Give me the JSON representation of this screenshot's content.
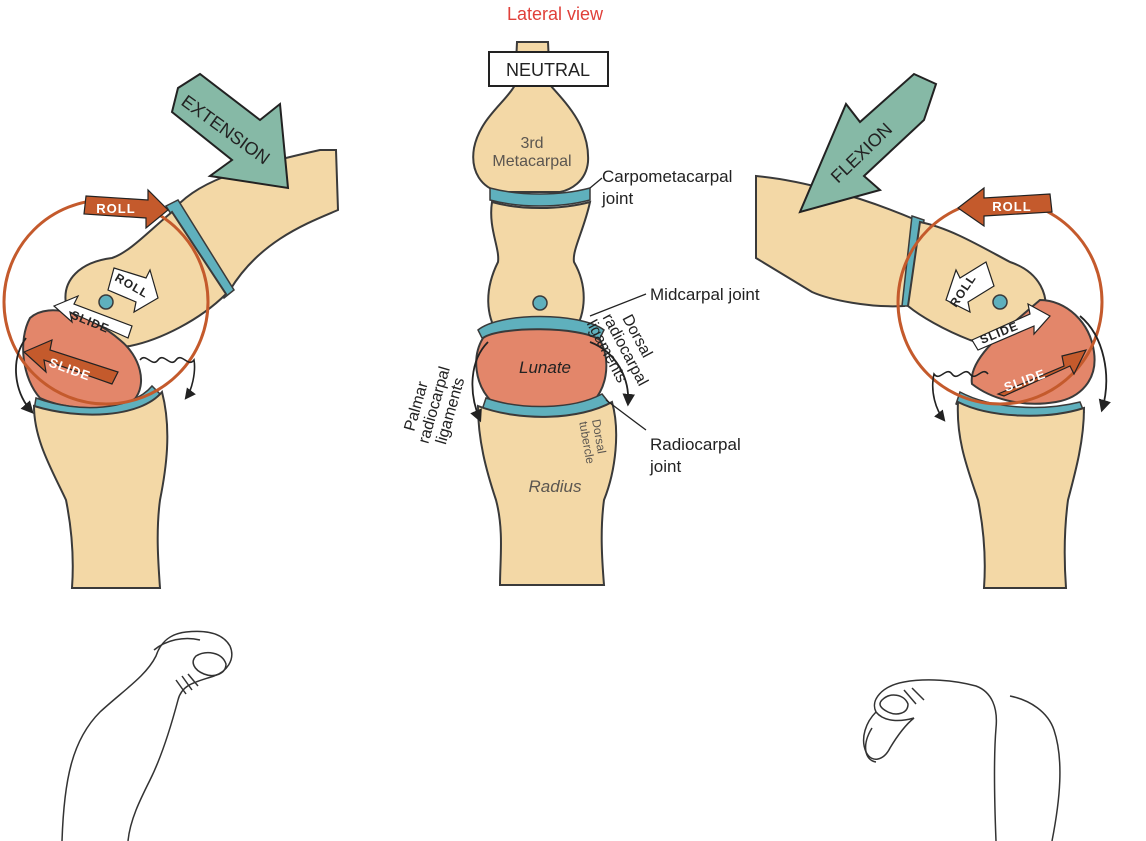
{
  "colors": {
    "bone": "#f3d8a6",
    "bone_stroke": "#3a3a3a",
    "cartilage": "#5fb0bd",
    "lunate": "#e3866a",
    "roll_ring": "#c45a2c",
    "big_arrow": "#86b9a6",
    "title_red": "#e0403a"
  },
  "title": "Lateral view",
  "neutral": {
    "tag": "NEUTRAL",
    "metacarpal_l1": "3rd",
    "metacarpal_l2": "Metacarpal",
    "cmc_l1": "Carpometacarpal",
    "cmc_l2": "joint",
    "midcarpal": "Midcarpal joint",
    "dorsal_l1": "Dorsal",
    "dorsal_l2": "radiocarpal",
    "dorsal_l3": "ligaments",
    "palmar_l1": "Palmar",
    "palmar_l2": "radiocarpal",
    "palmar_l3": "ligaments",
    "lunate": "Lunate",
    "dorsal_tubercle_l1": "Dorsal",
    "dorsal_tubercle_l2": "tubercle",
    "radiocarpal_l1": "Radiocarpal",
    "radiocarpal_l2": "joint",
    "radius": "Radius"
  },
  "extension": {
    "label": "EXTENSION",
    "roll_outer": "ROLL",
    "roll_inner": "ROLL",
    "slide_inner": "SLIDE",
    "slide_outer": "SLIDE"
  },
  "flexion": {
    "label": "FLEXION",
    "roll_outer": "ROLL",
    "roll_inner": "ROLL",
    "slide_inner": "SLIDE",
    "slide_outer": "SLIDE"
  }
}
